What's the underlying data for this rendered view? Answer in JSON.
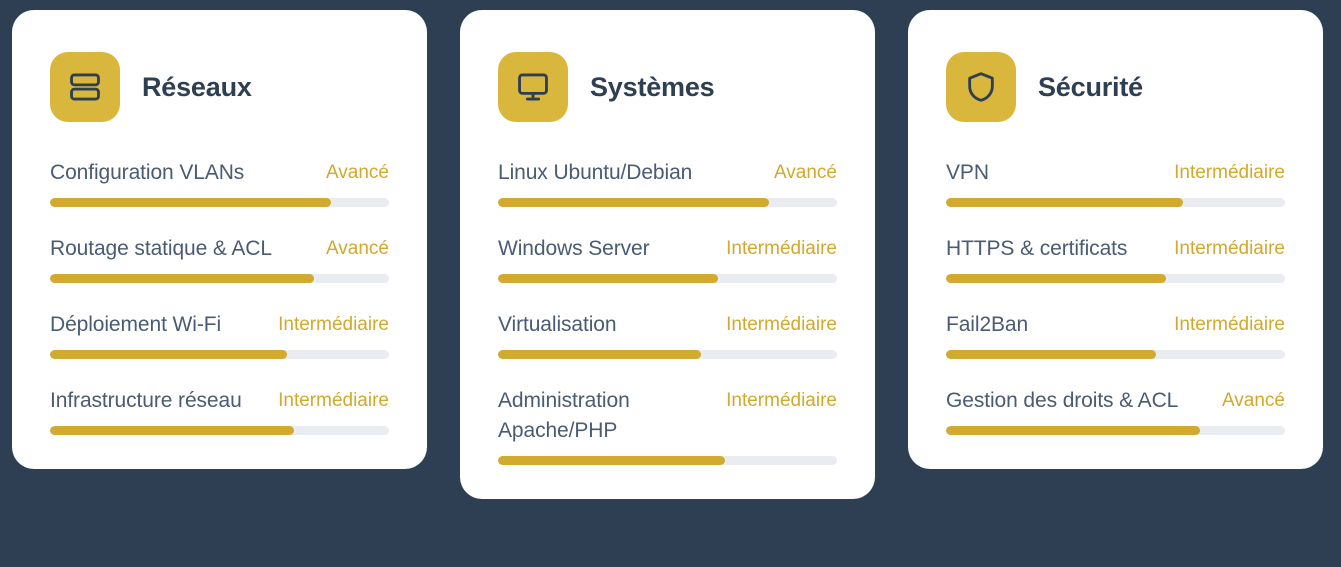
{
  "theme": {
    "background": "#2e3e53",
    "card_background": "#ffffff",
    "accent": "#d9b63c",
    "level_text": "#d2a82e",
    "skill_text": "#4a5b72",
    "title_text": "#2e3e53",
    "track": "#e9edf2"
  },
  "cards": [
    {
      "title": "Réseaux",
      "icon": "server-icon",
      "skills": [
        {
          "name": "Configuration VLANs",
          "level": "Avancé",
          "percent": 83
        },
        {
          "name": "Routage statique & ACL",
          "level": "Avancé",
          "percent": 78
        },
        {
          "name": "Déploiement Wi-Fi",
          "level": "Intermédiaire",
          "percent": 70
        },
        {
          "name": "Infrastructure réseau",
          "level": "Intermédiaire",
          "percent": 72
        }
      ]
    },
    {
      "title": "Systèmes",
      "icon": "monitor-icon",
      "skills": [
        {
          "name": "Linux Ubuntu/Debian",
          "level": "Avancé",
          "percent": 80
        },
        {
          "name": "Windows Server",
          "level": "Intermédiaire",
          "percent": 65
        },
        {
          "name": "Virtualisation",
          "level": "Intermédiaire",
          "percent": 60
        },
        {
          "name": "Administration Apache/PHP",
          "level": "Intermédiaire",
          "percent": 67
        }
      ]
    },
    {
      "title": "Sécurité",
      "icon": "shield-icon",
      "skills": [
        {
          "name": "VPN",
          "level": "Intermédiaire",
          "percent": 70
        },
        {
          "name": "HTTPS & certificats",
          "level": "Intermédiaire",
          "percent": 65
        },
        {
          "name": "Fail2Ban",
          "level": "Intermédiaire",
          "percent": 62
        },
        {
          "name": "Gestion des droits & ACL",
          "level": "Avancé",
          "percent": 75
        }
      ]
    }
  ]
}
